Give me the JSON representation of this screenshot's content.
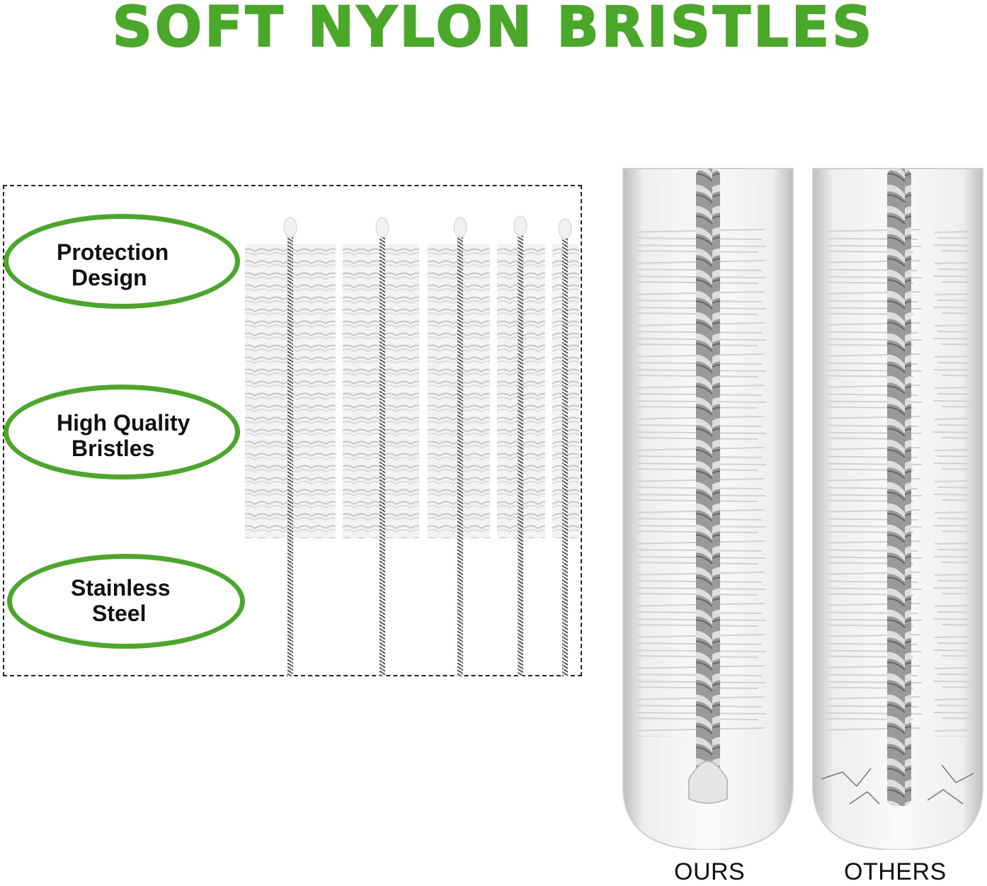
{
  "header": {
    "title": "SOFT NYLON BRISTLES"
  },
  "features": [
    {
      "line1": "Protection",
      "line2": "Design",
      "icon": "protection-tip-icon"
    },
    {
      "line1": "High Quality",
      "line2": "Bristles",
      "icon": "bristles-icon"
    },
    {
      "line1": "Stainless",
      "line2": "Steel",
      "icon": "steel-wire-icon"
    }
  ],
  "comparison": {
    "ours_label": "OURS",
    "others_label": "OTHERS"
  },
  "colors": {
    "accent": "#4aa829",
    "bristle": "#d9d9d9",
    "wire": "#555555"
  }
}
